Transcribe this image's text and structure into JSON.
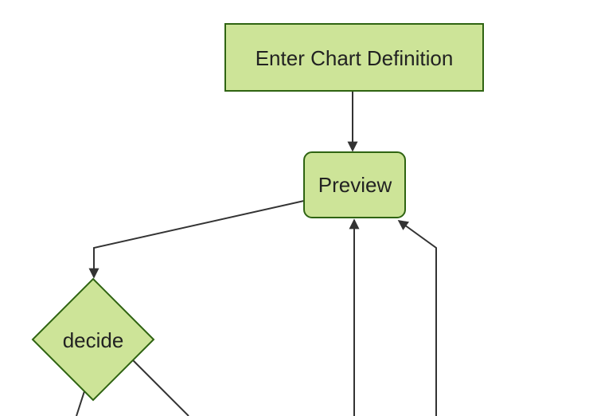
{
  "diagram": {
    "type": "flowchart",
    "direction": "top-down",
    "background_color": "#ffffff",
    "node_fill_color": "#cde498",
    "node_border_color": "#2f6412",
    "edge_color": "#333333",
    "text_color": "#222222",
    "nodes": [
      {
        "id": "enter-chart-definition",
        "label": "Enter Chart Definition",
        "shape": "rectangle"
      },
      {
        "id": "preview",
        "label": "Preview",
        "shape": "rounded-rectangle"
      },
      {
        "id": "decide",
        "label": "decide",
        "shape": "diamond"
      }
    ],
    "edges": [
      {
        "from": "Enter Chart Definition",
        "to": "Preview",
        "arrowhead": true
      },
      {
        "from": "Preview",
        "to": "decide",
        "arrowhead": true
      },
      {
        "from": "offscreen-bottom-left",
        "to": "Preview",
        "arrowhead": true
      },
      {
        "from": "offscreen-bottom-right",
        "to": "Preview",
        "arrowhead": true
      },
      {
        "from": "decide",
        "to": "offscreen-bottom-left",
        "arrowhead": false
      },
      {
        "from": "decide",
        "to": "offscreen-bottom-right",
        "arrowhead": false
      }
    ]
  }
}
